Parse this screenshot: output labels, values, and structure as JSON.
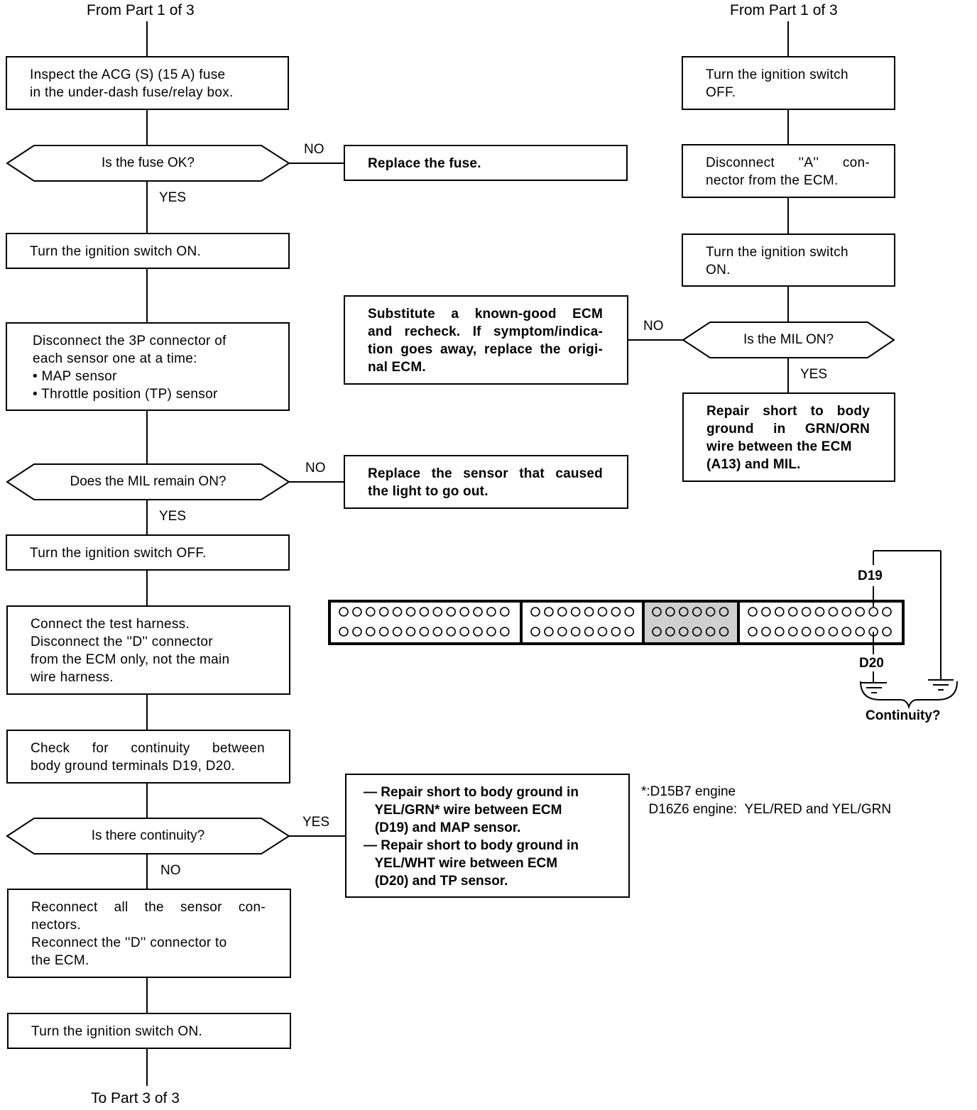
{
  "left": {
    "from": "From Part 1 of 3",
    "to": "To Part 3 of 3",
    "box1": [
      "Inspect the ACG (S) (15 A) fuse",
      "in the under-dash fuse/relay box."
    ],
    "q1": "Is the fuse OK?",
    "q1_no": "NO",
    "q1_yes": "YES",
    "box2": [
      "Turn the ignition switch ON."
    ],
    "box3": [
      "Disconnect the 3P connector of",
      "each sensor one at a time:",
      "• MAP sensor",
      "• Throttle position (TP) sensor"
    ],
    "q2": "Does the MIL remain ON?",
    "q2_no": "NO",
    "q2_yes": "YES",
    "box4": [
      "Turn the ignition switch OFF."
    ],
    "box5": [
      "Connect the test harness.",
      "Disconnect the ''D'' connector",
      "from the ECM only, not the main",
      "wire harness."
    ],
    "box6": [
      "Check for continuity between",
      "body ground terminals D19, D20."
    ],
    "q3": "Is there continuity?",
    "q3_yes": "YES",
    "q3_no": "NO",
    "box7": [
      "Reconnect all the sensor con-",
      "nectors.",
      "Reconnect the ''D'' connector to",
      "the ECM."
    ],
    "box8": [
      "Turn the ignition switch ON."
    ]
  },
  "middle": {
    "replace_fuse": [
      "Replace the fuse."
    ],
    "substitute": [
      "Substitute a known-good ECM",
      "and recheck. If symptom/indica-",
      "tion goes away, replace the origi-",
      "nal ECM."
    ],
    "replace_sensor": [
      "Replace the sensor that caused",
      "the light to go out."
    ],
    "repair_short": [
      "— Repair short to body ground in",
      "   YEL/GRN* wire between ECM",
      "   (D19) and MAP sensor.",
      "— Repair short to body ground in",
      "   YEL/WHT wire between ECM",
      "   (D20) and TP sensor."
    ]
  },
  "right": {
    "from": "From Part 1 of 3",
    "box1": [
      "Turn the ignition switch",
      "OFF."
    ],
    "box2": [
      "Disconnect ''A'' con-",
      "nector from the ECM."
    ],
    "box3": [
      "Turn the ignition switch",
      "ON."
    ],
    "q1": "Is the MIL ON?",
    "q1_no": "NO",
    "q1_yes": "YES",
    "box4": [
      "Repair short to body",
      "ground in GRN/ORN",
      "wire between the ECM",
      "(A13) and MIL."
    ]
  },
  "connector": {
    "pin_top": "D19",
    "pin_bottom": "D20",
    "continuity": "Continuity?"
  },
  "footnote": [
    "*:D15B7 engine",
    "  D16Z6 engine:  YEL/RED and YEL/GRN"
  ]
}
